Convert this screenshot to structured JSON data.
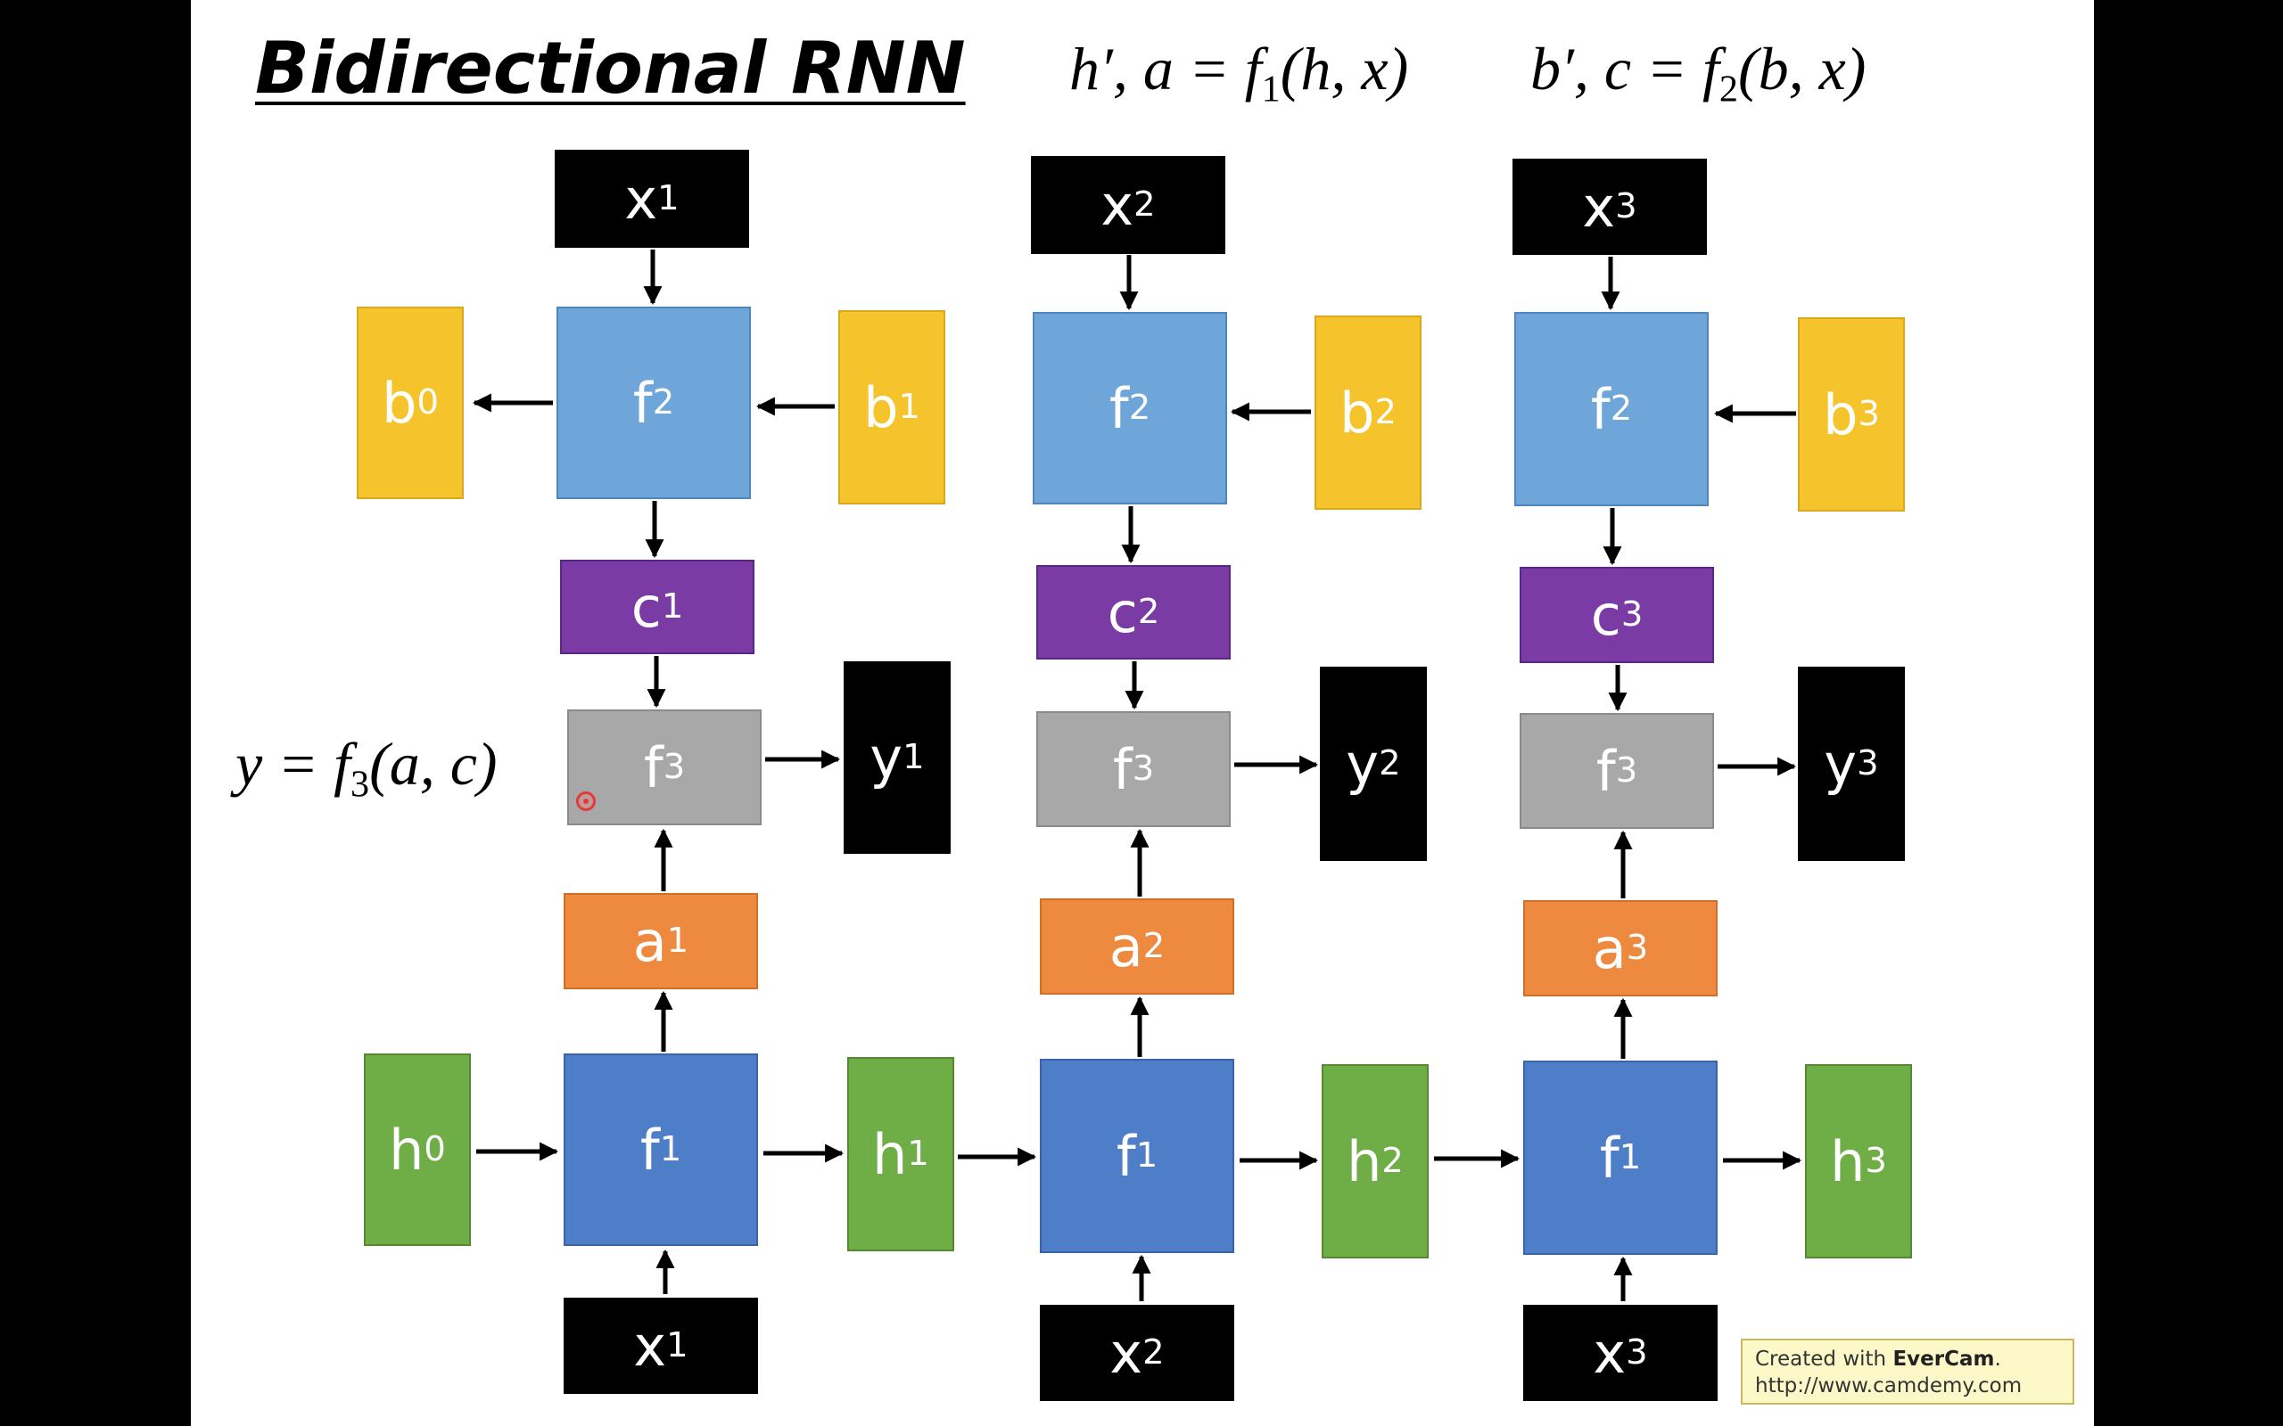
{
  "title": "Bidirectional RNN",
  "equations": {
    "forward_lhs": "h′, a = ",
    "forward_f": "f",
    "forward_sub": "1",
    "forward_args": "(h, x)",
    "backward_lhs": "b′, c = ",
    "backward_f": "f",
    "backward_sub": "2",
    "backward_args": "(b, x)",
    "output_lhs": "y = ",
    "output_f": "f",
    "output_sub": "3",
    "output_args": "(a, c)"
  },
  "nodes": {
    "x_top": [
      {
        "base": "x",
        "sup": "1"
      },
      {
        "base": "x",
        "sup": "2"
      },
      {
        "base": "x",
        "sup": "3"
      }
    ],
    "b": [
      {
        "base": "b",
        "sup": "0"
      },
      {
        "base": "b",
        "sup": "1"
      },
      {
        "base": "b",
        "sup": "2"
      },
      {
        "base": "b",
        "sup": "3"
      }
    ],
    "f2": [
      {
        "base": "f",
        "sub": "2"
      },
      {
        "base": "f",
        "sub": "2"
      },
      {
        "base": "f",
        "sub": "2"
      }
    ],
    "c": [
      {
        "base": "c",
        "sup": "1"
      },
      {
        "base": "c",
        "sup": "2"
      },
      {
        "base": "c",
        "sup": "3"
      }
    ],
    "f3": [
      {
        "base": "f",
        "sub": "3"
      },
      {
        "base": "f",
        "sub": "3"
      },
      {
        "base": "f",
        "sub": "3"
      }
    ],
    "y": [
      {
        "base": "y",
        "sup": "1"
      },
      {
        "base": "y",
        "sup": "2"
      },
      {
        "base": "y",
        "sup": "3"
      }
    ],
    "a": [
      {
        "base": "a",
        "sup": "1"
      },
      {
        "base": "a",
        "sup": "2"
      },
      {
        "base": "a",
        "sup": "3"
      }
    ],
    "h": [
      {
        "base": "h",
        "sup": "0"
      },
      {
        "base": "h",
        "sup": "1"
      },
      {
        "base": "h",
        "sup": "2"
      },
      {
        "base": "h",
        "sup": "3"
      }
    ],
    "f1": [
      {
        "base": "f",
        "sub": "1"
      },
      {
        "base": "f",
        "sub": "1"
      },
      {
        "base": "f",
        "sub": "1"
      }
    ],
    "x_bottom": [
      {
        "base": "x",
        "sup": "1"
      },
      {
        "base": "x",
        "sup": "2"
      },
      {
        "base": "x",
        "sup": "3"
      }
    ]
  },
  "colors": {
    "x": "#000000",
    "b": "#f5c32c",
    "f2": "#6fa6da",
    "c": "#7a3ca4",
    "f3": "#a8a8a8",
    "y": "#000000",
    "a": "#ee8a3f",
    "h": "#6fad46",
    "f1": "#4f7ec9"
  },
  "watermark": {
    "prefix": "Created with ",
    "brand": "EverCam",
    "suffix": ".",
    "url": "http://www.camdemy.com"
  }
}
